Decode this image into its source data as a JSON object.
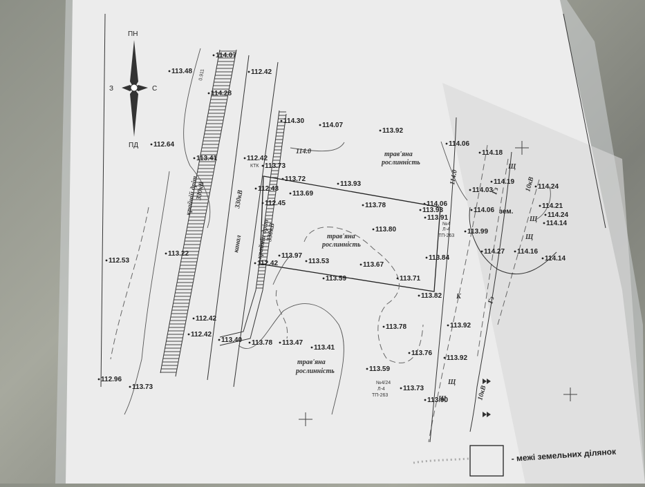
{
  "compass": {
    "north": "ПН",
    "south": "ПД",
    "west": "З",
    "east": "С"
  },
  "elevations": [
    "114.07",
    "113.48",
    "112.42",
    "114.28",
    "113.41",
    "112.64",
    "114.30",
    "114.07",
    "113.92",
    "114.06",
    "114.18",
    "112.42",
    "113.73",
    "113.72",
    "113.93",
    "112.43",
    "113.69",
    "112.45",
    "113.78",
    "113.93",
    "114.03",
    "114.19",
    "114.24",
    "114.06",
    "114.06",
    "114.21",
    "114.24",
    "114.14",
    "113.91",
    "113.99",
    "113.80",
    "113.22",
    "112.53",
    "112.42",
    "113.97",
    "113.53",
    "113.67",
    "113.84",
    "114.27",
    "114.16",
    "114.14",
    "113.59",
    "113.71",
    "113.82",
    "112.42",
    "113.92",
    "112.42",
    "113.40",
    "113.78",
    "113.47",
    "113.41",
    "113.78",
    "113.76",
    "113.92",
    "112.96",
    "113.73",
    "113.59",
    "113.73",
    "113.90"
  ],
  "labels": {
    "wire_1": "крайній дріт",
    "voltage_1": "330кВ",
    "wire_2": "крайній дріт",
    "voltage_2": "330кВ",
    "voltage_road": "330кВ",
    "canal": "канал",
    "grass_1a": "трав'яна",
    "grass_1b": "рослинність",
    "grass_2a": "трав'яна",
    "grass_2b": "рослинність",
    "grass_3a": "трав'яна",
    "grass_3b": "рослинність",
    "contour_value": "114.0",
    "contour_value_2": "114.0",
    "pole_text": "зем.",
    "line_10kv_1": "10кВ",
    "line_10kv_2": "10кВ",
    "code_1": "0.911",
    "ktk": "КТК",
    "sch": "Щ",
    "k": "К",
    "gz": "Гз",
    "tp1_a": "№4",
    "tp1_b": "Л-4",
    "tp1_c": "ТП-263",
    "tp2_a": "№4/24",
    "tp2_b": "Л-4",
    "tp2_c": "ТП-263"
  },
  "legend": {
    "text": "- межі земельних ділянок"
  }
}
